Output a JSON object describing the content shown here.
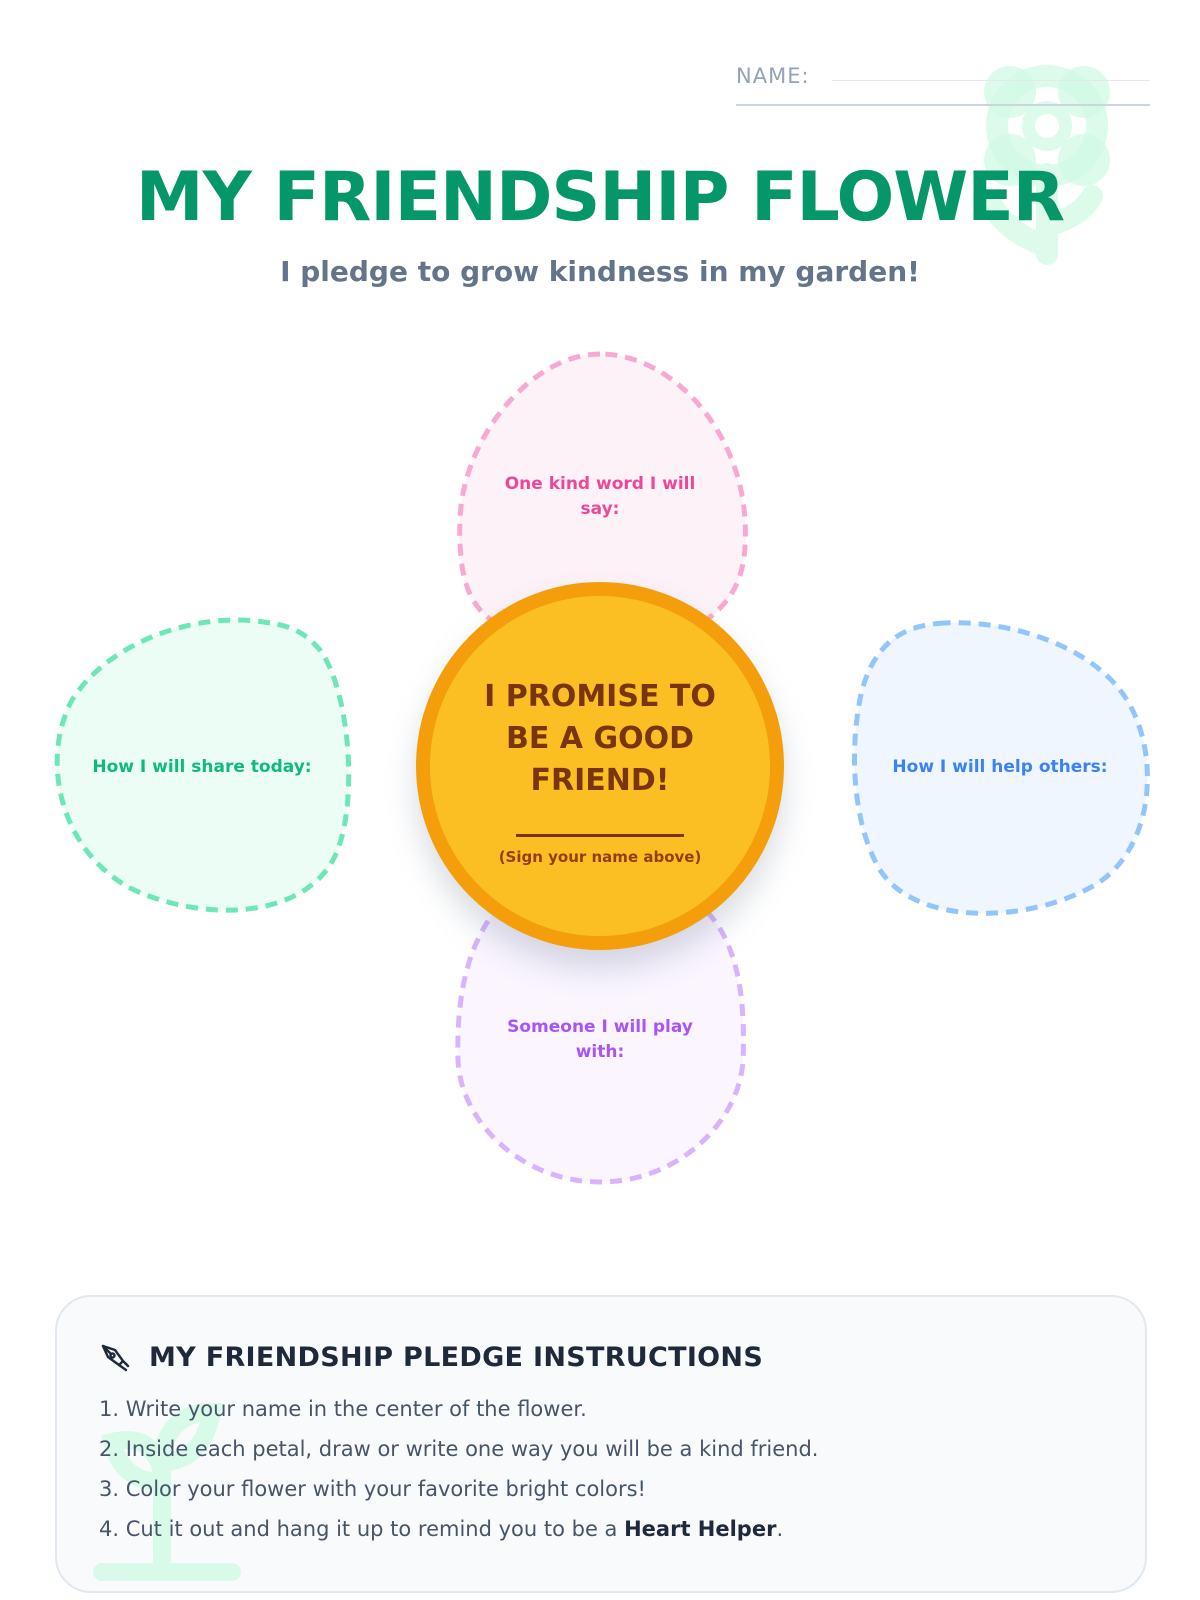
{
  "header": {
    "name_label": "NAME:"
  },
  "title": "MY FRIENDSHIP FLOWER",
  "subtitle": "I pledge to grow kindness in my garden!",
  "flower": {
    "petals": {
      "top": "One kind word I will say:",
      "left": "How I will share today:",
      "right": "How I will help others:",
      "bottom": "Someone I will play with:"
    },
    "center": {
      "promise": "I PROMISE TO BE A GOOD FRIEND!",
      "sign_hint": "(Sign your name above)"
    },
    "colors": {
      "top_petal": "#ec4899",
      "left_petal": "#10b981",
      "right_petal": "#3b82f6",
      "bottom_petal": "#a855f7",
      "center_fill": "#fbbf24",
      "center_ring": "#f59e0b"
    }
  },
  "instructions": {
    "icon": "pen-icon",
    "title": "MY FRIENDSHIP PLEDGE INSTRUCTIONS",
    "steps": [
      {
        "text": "1. Write your name in the center of the flower."
      },
      {
        "text": "2. Inside each petal, draw or write one way you will be a kind friend."
      },
      {
        "text": "3. Color your flower with your favorite bright colors!"
      },
      {
        "text": "4. Cut it out and hang it up to remind you to be a ",
        "strong": "Heart Helper",
        "tail": "."
      }
    ]
  },
  "decorations": {
    "top_right": "flower-icon",
    "bottom_left": "sprout-icon"
  }
}
